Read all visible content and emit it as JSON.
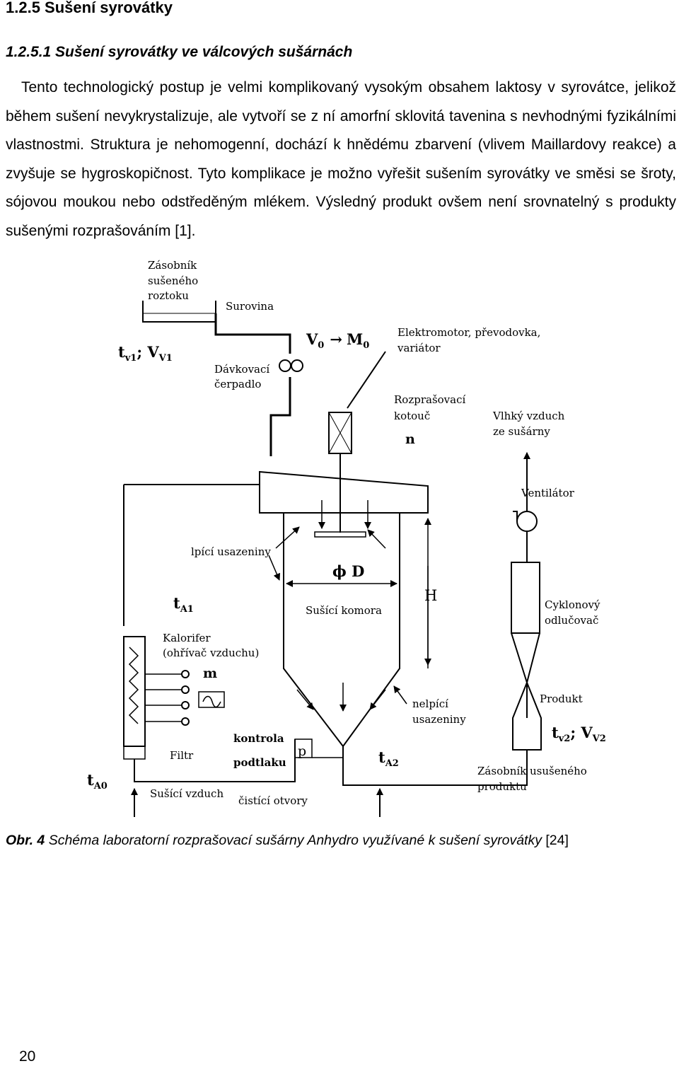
{
  "section": {
    "heading": "1.2.5   Sušení syrovátky",
    "subheading": "1.2.5.1  Sušení syrovátky ve válcových sušárnách"
  },
  "paragraph": "Tento technologický postup je velmi komplikovaný vysokým obsahem laktosy v syrovátce, jelikož během sušení nevykrystalizuje, ale vytvoří se z ní amorfní sklovitá tavenina s nevhodnými fyzikálními vlastnostmi. Struktura je nehomogenní, dochází k hnědému zbarvení (vlivem Maillardovy reakce) a zvyšuje se hygroskopičnost. Tyto komplikace je možno vyřešit sušením syrovátky ve směsi se šroty, sójovou moukou nebo odstředěným mlékem. Výsledný produkt ovšem není srovnatelný s produkty sušenými rozprašováním [1].",
  "figure": {
    "labels": {
      "zasobnik_1": "Zásobník",
      "zasobnik_2": "sušeného",
      "zasobnik_3": "roztoku",
      "surovina": "Surovina",
      "tv1_t": "t",
      "tv1_sub": "v1",
      "tv1_mid": "; V",
      "tv1_sub2": "V1",
      "v0_main": "V",
      "v0_sub": "0",
      "arrow_sym": "→",
      "m0_main": "M",
      "m0_sub": "0",
      "elektromotor_1": "Elektromotor, převodovka,",
      "elektromotor_2": "variátor",
      "davkovaci_1": "Dávkovací",
      "davkovaci_2": "čerpadlo",
      "rozprasovaci_1": "Rozprašovací",
      "rozprasovaci_2": "kotouč",
      "n": "n",
      "vlhky_1": "Vlhký vzduch",
      "vlhky_2": "ze sušárny",
      "ventilator": "Ventilátor",
      "lpici": "lpící usazeniny",
      "phi_d": "ϕ D",
      "h": "H",
      "ta1_main": "t",
      "ta1_sub": "A1",
      "susici_komora": "Sušící komora",
      "cyklonovy_1": "Cyklonový",
      "cyklonovy_2": "odlučovač",
      "kalorifer_1": "Kalorifer",
      "kalorifer_2": "(ohřívač vzduchu)",
      "m": "m",
      "nelpici_1": "nelpící",
      "nelpici_2": "usazeniny",
      "produkt": "Produkt",
      "tv2_t": "t",
      "tv2_sub": "v2",
      "tv2_mid": "; V",
      "tv2_sub2": "V2",
      "kontrola_1": "kontrola",
      "kontrola_2": "podtlaku",
      "p": "p",
      "filtr": "Filtr",
      "ta2_main": "t",
      "ta2_sub": "A2",
      "ta0_main": "t",
      "ta0_sub": "A0",
      "susici_vzduch": "Sušící vzduch",
      "cistici": "čistící otvory",
      "zasobnik_usus_1": "Zásobník usušeného",
      "zasobnik_usus_2": "produktu"
    }
  },
  "caption": {
    "label": "Obr. 4",
    "text": " Schéma laboratorní rozprašovací sušárny Anhydro využívané k sušení syrovátky ",
    "ref": "[24]"
  },
  "page_number": "20"
}
